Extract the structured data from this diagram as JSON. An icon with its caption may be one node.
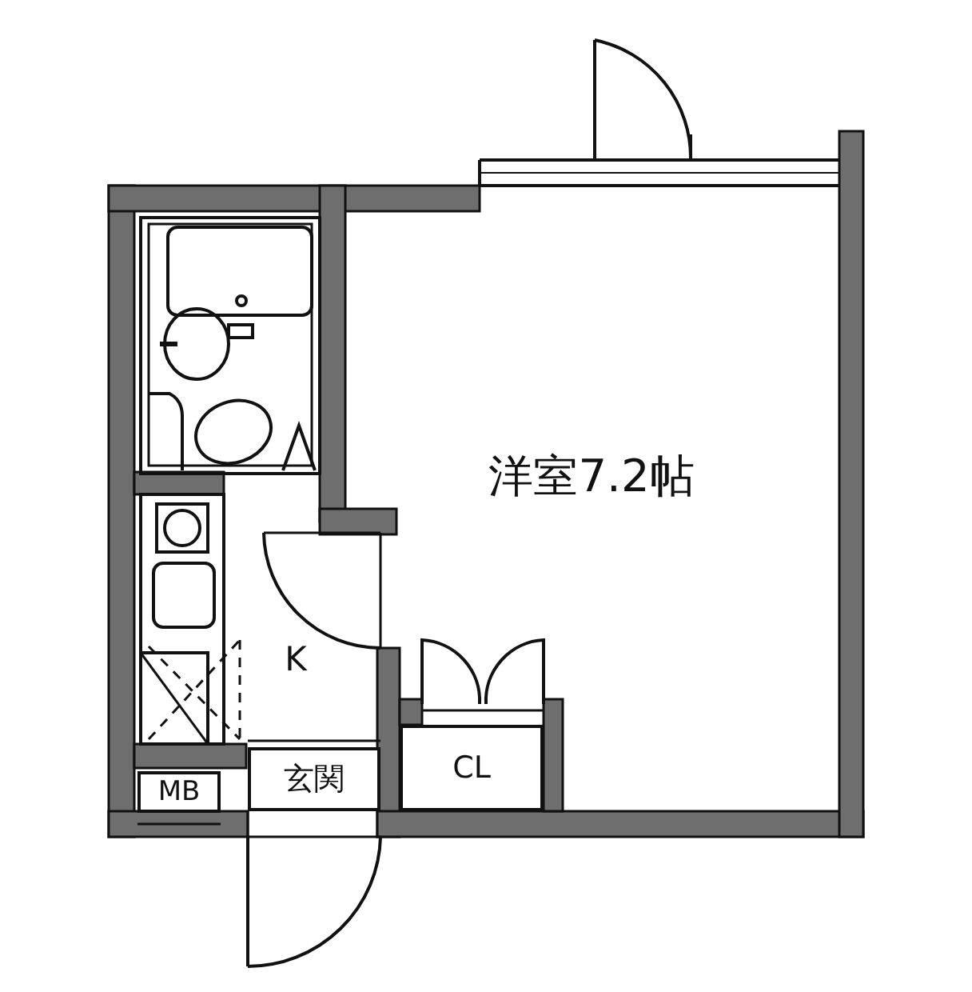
{
  "diagram": {
    "nodes": [
      {
        "text": [
          "洋室7.2帖"
        ]
      },
      {
        "text": [
          "K"
        ]
      },
      {
        "text": [
          "MB"
        ]
      },
      {
        "text": [
          "玄関"
        ]
      },
      {
        "text": [
          "CL"
        ]
      }
    ]
  }
}
